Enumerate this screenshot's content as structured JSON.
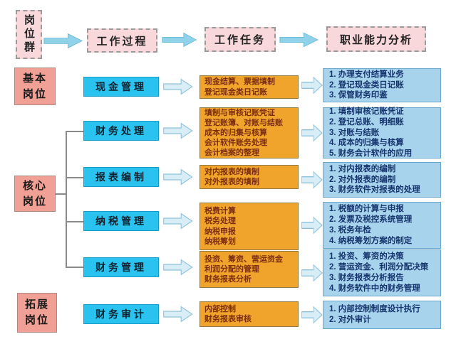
{
  "header": {
    "group_label": "岗位群",
    "steps": [
      "工作过程",
      "工作任务",
      "职业能力分析"
    ]
  },
  "categories": {
    "basic": {
      "line1": "基本",
      "line2": "岗位"
    },
    "core": {
      "line1": "核心",
      "line2": "岗位"
    },
    "extended": {
      "line1": "拓展",
      "line2": "岗位"
    }
  },
  "rows": [
    {
      "process": "现金管理",
      "tasks": [
        "现金结算、票据填制",
        "登记现金类日记账"
      ],
      "abilities": [
        "1. 办理支付结算业务",
        "2. 登记现金类日记账",
        "3. 保管财务印鉴"
      ]
    },
    {
      "process": "财务处理",
      "tasks": [
        "填制与审核记账凭证",
        "登记账簿、对账与结账",
        "成本的归集与核算",
        "会计软件账务处理",
        "会计档案的整理"
      ],
      "abilities": [
        "1. 填制审核记账凭证",
        "2. 登记总账、明细账",
        "3. 对账与结账",
        "4. 成本的归集与核算",
        "5. 财务会计软件的应用"
      ]
    },
    {
      "process": "报表编制",
      "tasks": [
        "对内报表的填制",
        "对外报表的填制"
      ],
      "abilities": [
        "1. 对内报表的编制",
        "2. 对外报表的编制",
        "3. 财务软件对报表的处理"
      ]
    },
    {
      "process": "纳税管理",
      "tasks": [
        "税费计算",
        "税务处理",
        "纳税申报",
        "纳税筹划"
      ],
      "abilities": [
        "1. 税额的计算与申报",
        "2. 发票及税控系统管理",
        "3. 税务年检",
        "4. 纳税筹划方案的制定"
      ]
    },
    {
      "process": "财务管理",
      "tasks": [
        "投资、筹资、营运资金",
        "利润分配的管理",
        "财务报表分析"
      ],
      "abilities": [
        "1. 投资、筹资的决策",
        "2. 营运资金、利润分配决策",
        "3. 财务报表分析报告",
        "4. 财务软件中的财务管理"
      ]
    },
    {
      "process": "财务审计",
      "tasks": [
        "内部控制",
        "财务报表审核"
      ],
      "abilities": [
        "1. 内部控制制度设计执行",
        "2. 对外审计"
      ]
    }
  ],
  "colors": {
    "header_box": "#f9d8dc",
    "category_box": "#f0a095",
    "process_box": "#2ac3ef",
    "task_box": "#f0a42c",
    "ability_box": "#a8d3ec",
    "arrow_top": "#8fd2e9",
    "arrow_light": "#d9edf6",
    "task_text": "#7d2e12",
    "ability_text": "#16356e"
  }
}
